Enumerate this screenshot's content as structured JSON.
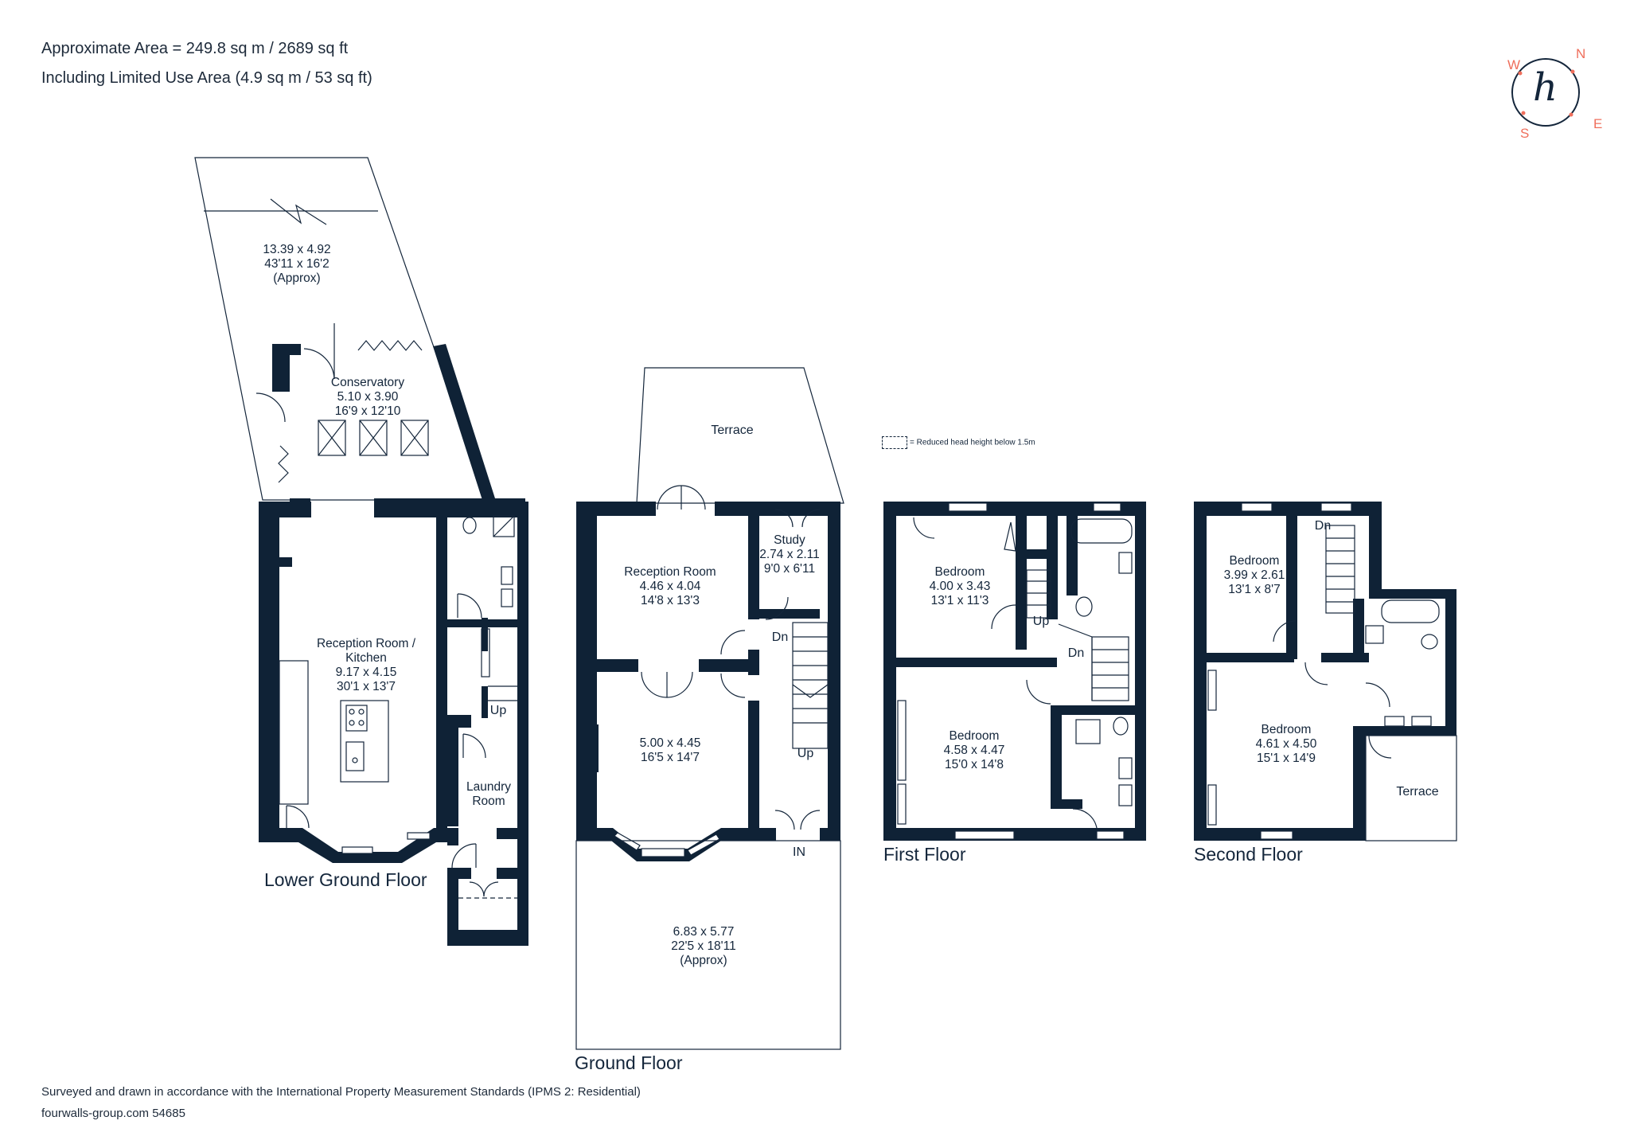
{
  "header": {
    "area": "Approximate Area = 249.8 sq m / 2689 sq ft",
    "limited": "Including Limited Use Area (4.9 sq m / 53 sq ft)"
  },
  "footer": {
    "survey": "Surveyed and drawn in accordance with the International Property Measurement Standards (IPMS 2: Residential)",
    "ref": "fourwalls-group.com 54685"
  },
  "compass": {
    "n": "N",
    "s": "S",
    "e": "E",
    "w": "W",
    "logo": "h",
    "color": "#ef6f5c"
  },
  "legend": {
    "text": "= Reduced head height below 1.5m"
  },
  "floors": {
    "lower_ground": {
      "title": "Lower Ground Floor",
      "garden": {
        "l1": "13.39 x 4.92",
        "l2": "43'11 x 16'2",
        "l3": "(Approx)"
      },
      "conservatory": {
        "name": "Conservatory",
        "l1": "5.10 x 3.90",
        "l2": "16'9 x 12'10"
      },
      "kitchen": {
        "name": "Reception Room /",
        "name2": "Kitchen",
        "l1": "9.17 x 4.15",
        "l2": "30'1 x 13'7"
      },
      "laundry": {
        "name": "Laundry",
        "name2": "Room"
      },
      "up": "Up"
    },
    "ground": {
      "title": "Ground Floor",
      "terrace": "Terrace",
      "reception1": {
        "name": "Reception Room",
        "l1": "4.46 x 4.04",
        "l2": "14'8 x 13'3"
      },
      "study": {
        "name": "Study",
        "l1": "2.74 x 2.11",
        "l2": "9'0 x 6'11"
      },
      "reception2": {
        "l1": "5.00 x 4.45",
        "l2": "16'5 x 14'7"
      },
      "front": {
        "l1": "6.83 x 5.77",
        "l2": "22'5 x 18'11",
        "l3": "(Approx)"
      },
      "dn": "Dn",
      "up": "Up",
      "in": "IN"
    },
    "first": {
      "title": "First Floor",
      "bed1": {
        "name": "Bedroom",
        "l1": "4.00 x 3.43",
        "l2": "13'1 x 11'3"
      },
      "bed2": {
        "name": "Bedroom",
        "l1": "4.58 x 4.47",
        "l2": "15'0 x 14'8"
      },
      "up": "Up",
      "dn": "Dn"
    },
    "second": {
      "title": "Second Floor",
      "bed1": {
        "name": "Bedroom",
        "l1": "3.99 x 2.61",
        "l2": "13'1 x 8'7"
      },
      "bed2": {
        "name": "Bedroom",
        "l1": "4.61 x 4.50",
        "l2": "15'1 x 14'9"
      },
      "terrace": "Terrace",
      "dn": "Dn"
    }
  }
}
